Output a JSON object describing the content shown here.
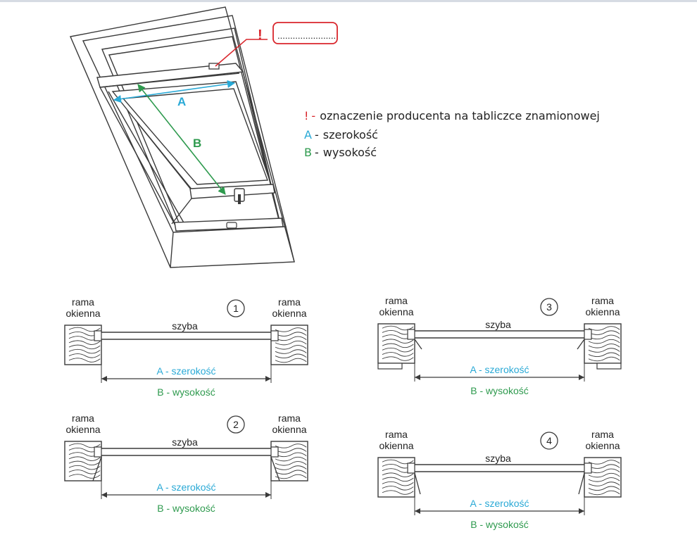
{
  "colors": {
    "line": "#3a3a3a",
    "cyan": "#29a9d6",
    "green": "#2e9a4e",
    "red": "#d9262c",
    "text": "#222222"
  },
  "callout": {
    "mark": "!",
    "placeholder": "......................."
  },
  "window": {
    "label_a": "A",
    "label_b": "B"
  },
  "legend": {
    "items": [
      {
        "key": "!",
        "dash": "-",
        "text": "oznaczenie producenta na tabliczce znamionowej",
        "color_key": "red"
      },
      {
        "key": "A",
        "dash": "-",
        "text": "szerokość",
        "color_key": "cyan"
      },
      {
        "key": "B",
        "dash": "-",
        "text": "wysokość",
        "color_key": "green"
      }
    ]
  },
  "sections": [
    {
      "number": "1",
      "frame_left": "rama\nokienna",
      "frame_right": "rama\nokienna",
      "glass": "szyba",
      "dim_a": "A - szerokość",
      "dim_b": "B - wysokość"
    },
    {
      "number": "2",
      "frame_left": "rama\nokienna",
      "frame_right": "rama\nokienna",
      "glass": "szyba",
      "dim_a": "A - szerokość",
      "dim_b": "B - wysokość"
    },
    {
      "number": "3",
      "frame_left": "rama\nokienna",
      "frame_right": "rama\nokienna",
      "glass": "szyba",
      "dim_a": "A - szerokość",
      "dim_b": "B - wysokość"
    },
    {
      "number": "4",
      "frame_left": "rama\nokienna",
      "frame_right": "rama\nokienna",
      "glass": "szyba",
      "dim_a": "A - szerokość",
      "dim_b": "B - wysokość"
    }
  ]
}
